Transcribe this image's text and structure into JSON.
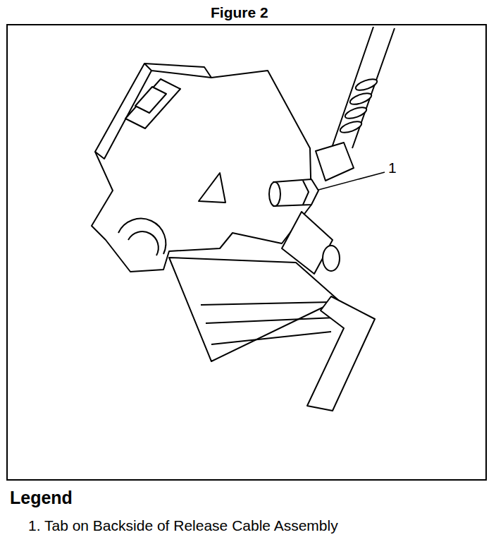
{
  "diagram": {
    "title": "Figure 2",
    "labels": [
      "1",
      "Legend"
    ],
    "legend": [
      {
        "text": "1. Tab on Backside of Release Cable Assembly"
      }
    ]
  }
}
